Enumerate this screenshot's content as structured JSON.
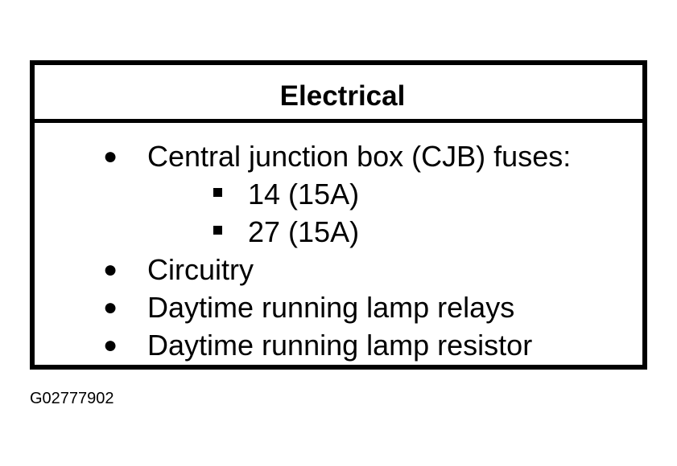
{
  "panel": {
    "title": "Electrical",
    "items": [
      {
        "label": "Central junction box (CJB) fuses:",
        "subitems": [
          "14 (15A)",
          "27 (15A)"
        ]
      },
      {
        "label": "Circuitry"
      },
      {
        "label": "Daytime running lamp relays"
      },
      {
        "label": "Daytime running lamp resistor"
      }
    ]
  },
  "figure_id": "G02777902"
}
